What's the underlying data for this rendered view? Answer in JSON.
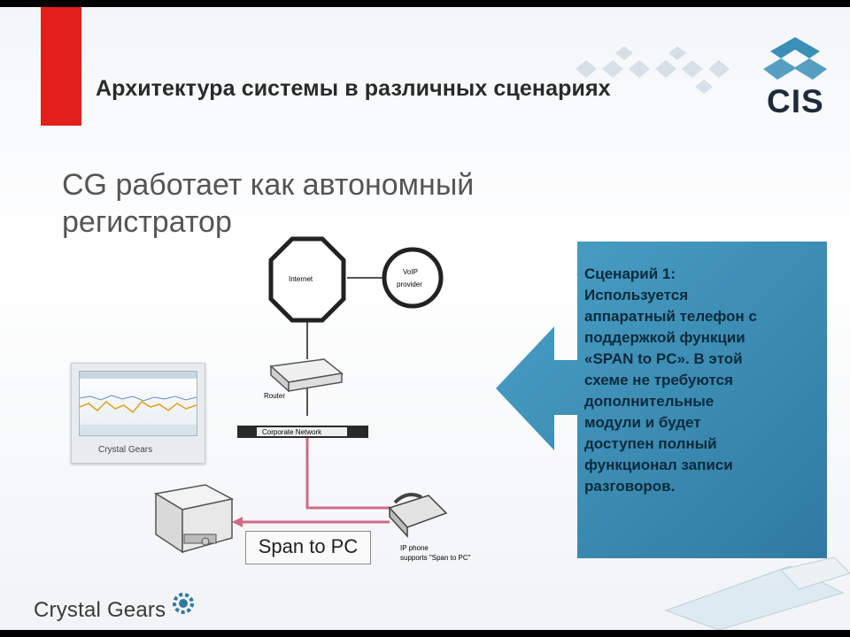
{
  "slide": {
    "heading": "Архитектура системы в различных сценариях",
    "subtitle_line1": "CG работает как автономный",
    "subtitle_line2": "регистратор",
    "logo_text": "CIS",
    "brand_footer": "Crystal Gears",
    "accent_red": "#e2201b",
    "accent_teal": "#3a8fb7"
  },
  "diagram": {
    "internet_label": "Internet",
    "voip_label_1": "VoIP",
    "voip_label_2": "provider",
    "router_label": "Router",
    "network_label": "Corporate Network",
    "monitor_label": "Crystal Gears",
    "span_label": "Span to PC",
    "phone_label_1": "IP phone",
    "phone_label_2": "supports \"Span to PC\""
  },
  "callout": {
    "title": "Сценарий 1:",
    "lines": [
      "Используется",
      "аппаратный телефон с",
      "поддержкой функции",
      "«SPAN to PC». В этой",
      "схеме не требуются",
      "дополнительные",
      "модули и будет",
      "доступен полный",
      "функционал записи",
      "разговоров."
    ]
  }
}
